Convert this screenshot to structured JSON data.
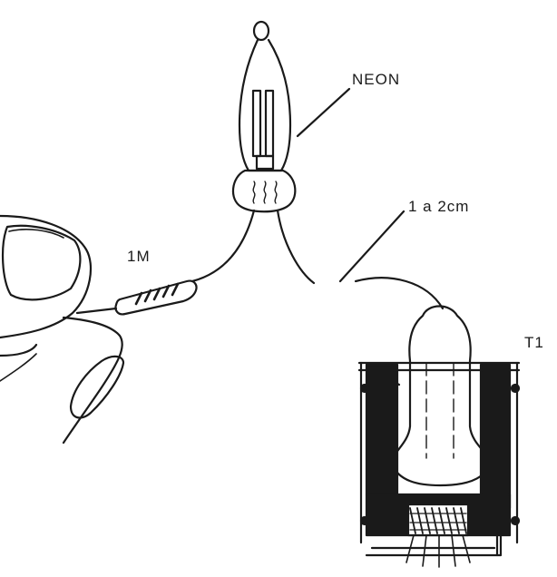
{
  "labels": {
    "neon": "NEON",
    "gap": "1 a 2cm",
    "resistor": "1M",
    "transformer": "T1"
  },
  "colors": {
    "ink": "#1a1a1a",
    "paper": "#ffffff"
  }
}
